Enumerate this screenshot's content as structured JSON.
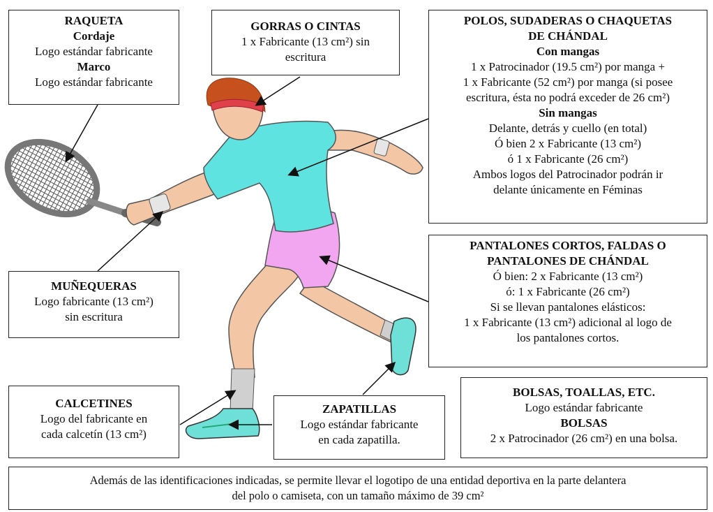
{
  "raqueta": {
    "title": "RAQUETA",
    "sub1": "Cordaje",
    "line1": "Logo estándar fabricante",
    "sub2": "Marco",
    "line2": "Logo estándar fabricante"
  },
  "gorras": {
    "title": "GORRAS O CINTAS",
    "line1": "1 x Fabricante (13 cm²) sin",
    "line2": "escritura"
  },
  "polos": {
    "title1": "POLOS, SUDADERAS O CHAQUETAS",
    "title2": "DE CHÁNDAL",
    "sub1": "Con mangas",
    "line1": "1 x Patrocinador (19.5 cm²) por manga +",
    "line2": "1 x Fabricante (52 cm²) por manga (si posee",
    "line3": "escritura, ésta no podrá exceder de 26 cm²)",
    "sub2": "Sin mangas",
    "line4": "Delante, detrás y cuello (en total)",
    "line5": "Ó bien 2 x Fabricante (13 cm²)",
    "line6": "ó 1 x Fabricante (26 cm²)",
    "line7": "Ambos logos del Patrocinador podrán ir",
    "line8": "delante únicamente en Féminas"
  },
  "pantalones": {
    "title1": "PANTALONES CORTOS, FALDAS O",
    "title2": "PANTALONES DE CHÁNDAL",
    "line1": "Ó bien: 2 x Fabricante (13 cm²)",
    "line2": "ó: 1 x Fabricante (26 cm²)",
    "line3": "Si se llevan pantalones elásticos:",
    "line4": "1 x Fabricante (13 cm²) adicional al logo de",
    "line5": "los pantalones cortos."
  },
  "munequeras": {
    "title": "MUÑEQUERAS",
    "line1": "Logo fabricante (13 cm²)",
    "line2": "sin escritura"
  },
  "calcetines": {
    "title": "CALCETINES",
    "line1": "Logo del fabricante en",
    "line2": "cada calcetín (13 cm²)"
  },
  "zapatillas": {
    "title": "ZAPATILLAS",
    "line1": "Logo estándar fabricante",
    "line2": "en cada zapatilla."
  },
  "bolsas": {
    "title": "BOLSAS, TOALLAS, ETC.",
    "line1": "Logo estándar fabricante",
    "sub1": "BOLSAS",
    "line2": "2 x Patrocinador (26 cm²) en una bolsa."
  },
  "nota": {
    "line1": "Además de las identificaciones indicadas, se permite llevar el logotipo de una entidad deportiva en la parte delantera",
    "line2": "del polo o camiseta, con un tamaño máximo de 39 cm²"
  },
  "colors": {
    "shirt": "#5fe3e0",
    "shorts": "#f2a6ef",
    "skin": "#f3c7a6",
    "hair": "#c6501e",
    "headband": "#e0404a",
    "racket": "#8a8a8a",
    "shoe": "#6fe0d8",
    "sock": "#cfcfcf"
  }
}
